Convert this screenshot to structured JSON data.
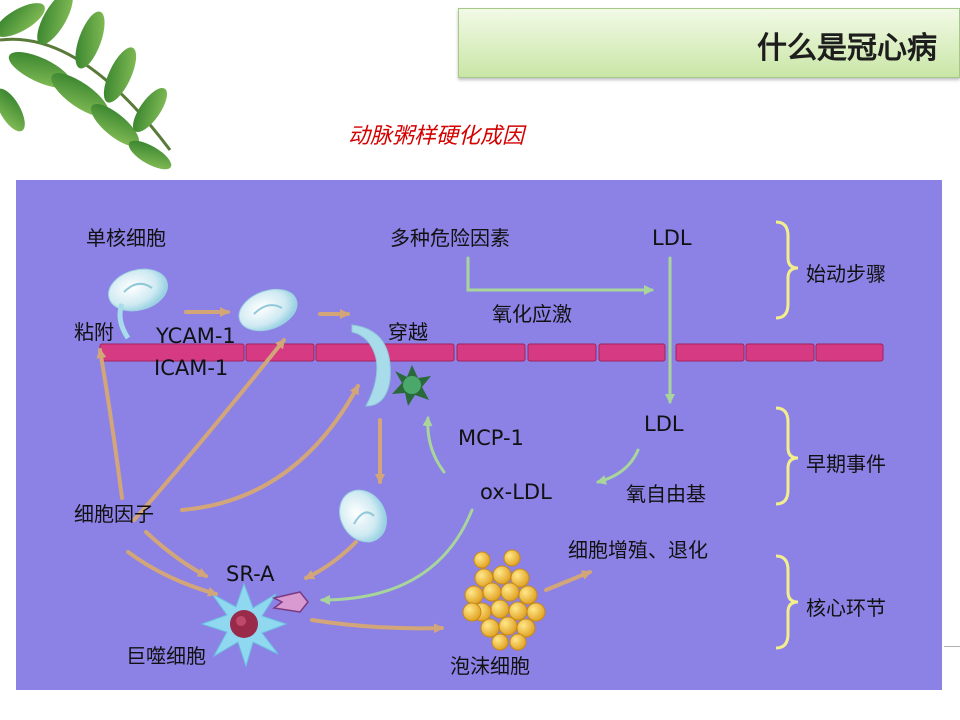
{
  "header": {
    "title": "什么是冠心病"
  },
  "subtitle": "动脉粥样硬化成因",
  "diagram": {
    "labels": {
      "monocyte": "单核细胞",
      "adhesion": "粘附",
      "ycam": "YCAM-1",
      "icam": "ICAM-1",
      "risk_factors": "多种危险因素",
      "ldl_top": "LDL",
      "oxidative_stress": "氧化应激",
      "penetrate": "穿越",
      "mcp": "MCP-1",
      "ldl_mid": "LDL",
      "ox_ldl": "ox-LDL",
      "free_radical": "氧自由基",
      "cytokine": "细胞因子",
      "sr_a": "SR-A",
      "macrophage": "巨噬细胞",
      "proliferation": "细胞增殖、退化",
      "foam_cell": "泡沫细胞"
    },
    "stages": {
      "initiation": "始动步骤",
      "early_events": "早期事件",
      "core_link": "核心环节"
    },
    "colors": {
      "panel_bg": "#8c82e6",
      "endothelium": "#d63a82",
      "tan_arrow": "#d2a678",
      "green_arrow": "#a8d69a",
      "bracket": "#f2ee8c",
      "title_text": "#d40000"
    }
  }
}
